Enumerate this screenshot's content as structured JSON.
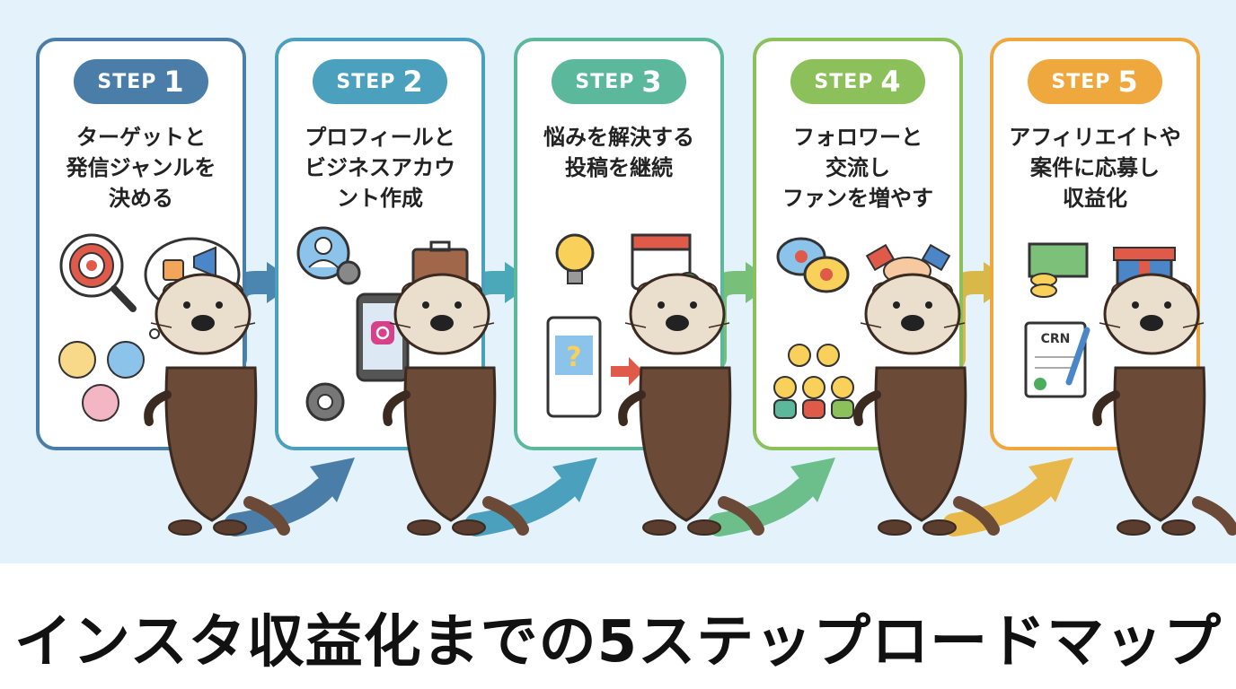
{
  "colors": {
    "background": "#e4f2fb",
    "otter_body": "#6b4a38",
    "otter_face": "#eadfcd"
  },
  "steps": [
    {
      "step_label": "STEP",
      "number": "1",
      "color": "#4a7ea8",
      "title_lines": [
        "ターゲットと",
        "発信ジャンルを",
        "決める"
      ],
      "icons": [
        "target-magnifier-icon",
        "thought-bubble-icon",
        "shopping-bag-icon",
        "megaphone-icon",
        "game-controller-icon",
        "food-icon",
        "airplane-icon",
        "dress-icon"
      ]
    },
    {
      "step_label": "STEP",
      "number": "2",
      "color": "#4aa0bd",
      "title_lines": [
        "プロフィールと",
        "ビジネスアカウ",
        "ント作成"
      ],
      "icons": [
        "profile-gear-icon",
        "briefcase-icon",
        "smartphone-instagram-icon",
        "gear-icon"
      ]
    },
    {
      "step_label": "STEP",
      "number": "3",
      "color": "#5cb89a",
      "title_lines": [
        "悩みを解決する",
        "投稿を継続"
      ],
      "icons": [
        "lightbulb-icon",
        "calendar-check-icon",
        "post-question-icon",
        "arrow-right-icon"
      ]
    },
    {
      "step_label": "STEP",
      "number": "4",
      "color": "#8bc05a",
      "title_lines": [
        "フォロワーと",
        "交流し",
        "ファンを増やす"
      ],
      "icons": [
        "heart-chat-icon",
        "handshake-icon",
        "people-group-icon"
      ]
    },
    {
      "step_label": "STEP",
      "number": "5",
      "color": "#eea83e",
      "title_lines": [
        "アフィリエイトや",
        "案件に応募し",
        "収益化"
      ],
      "icons": [
        "money-coins-icon",
        "gift-box-icon",
        "contract-pen-icon"
      ],
      "contract_label": "CRN"
    }
  ],
  "footer": {
    "title": "インスタ収益化までの5ステップロードマップ"
  }
}
